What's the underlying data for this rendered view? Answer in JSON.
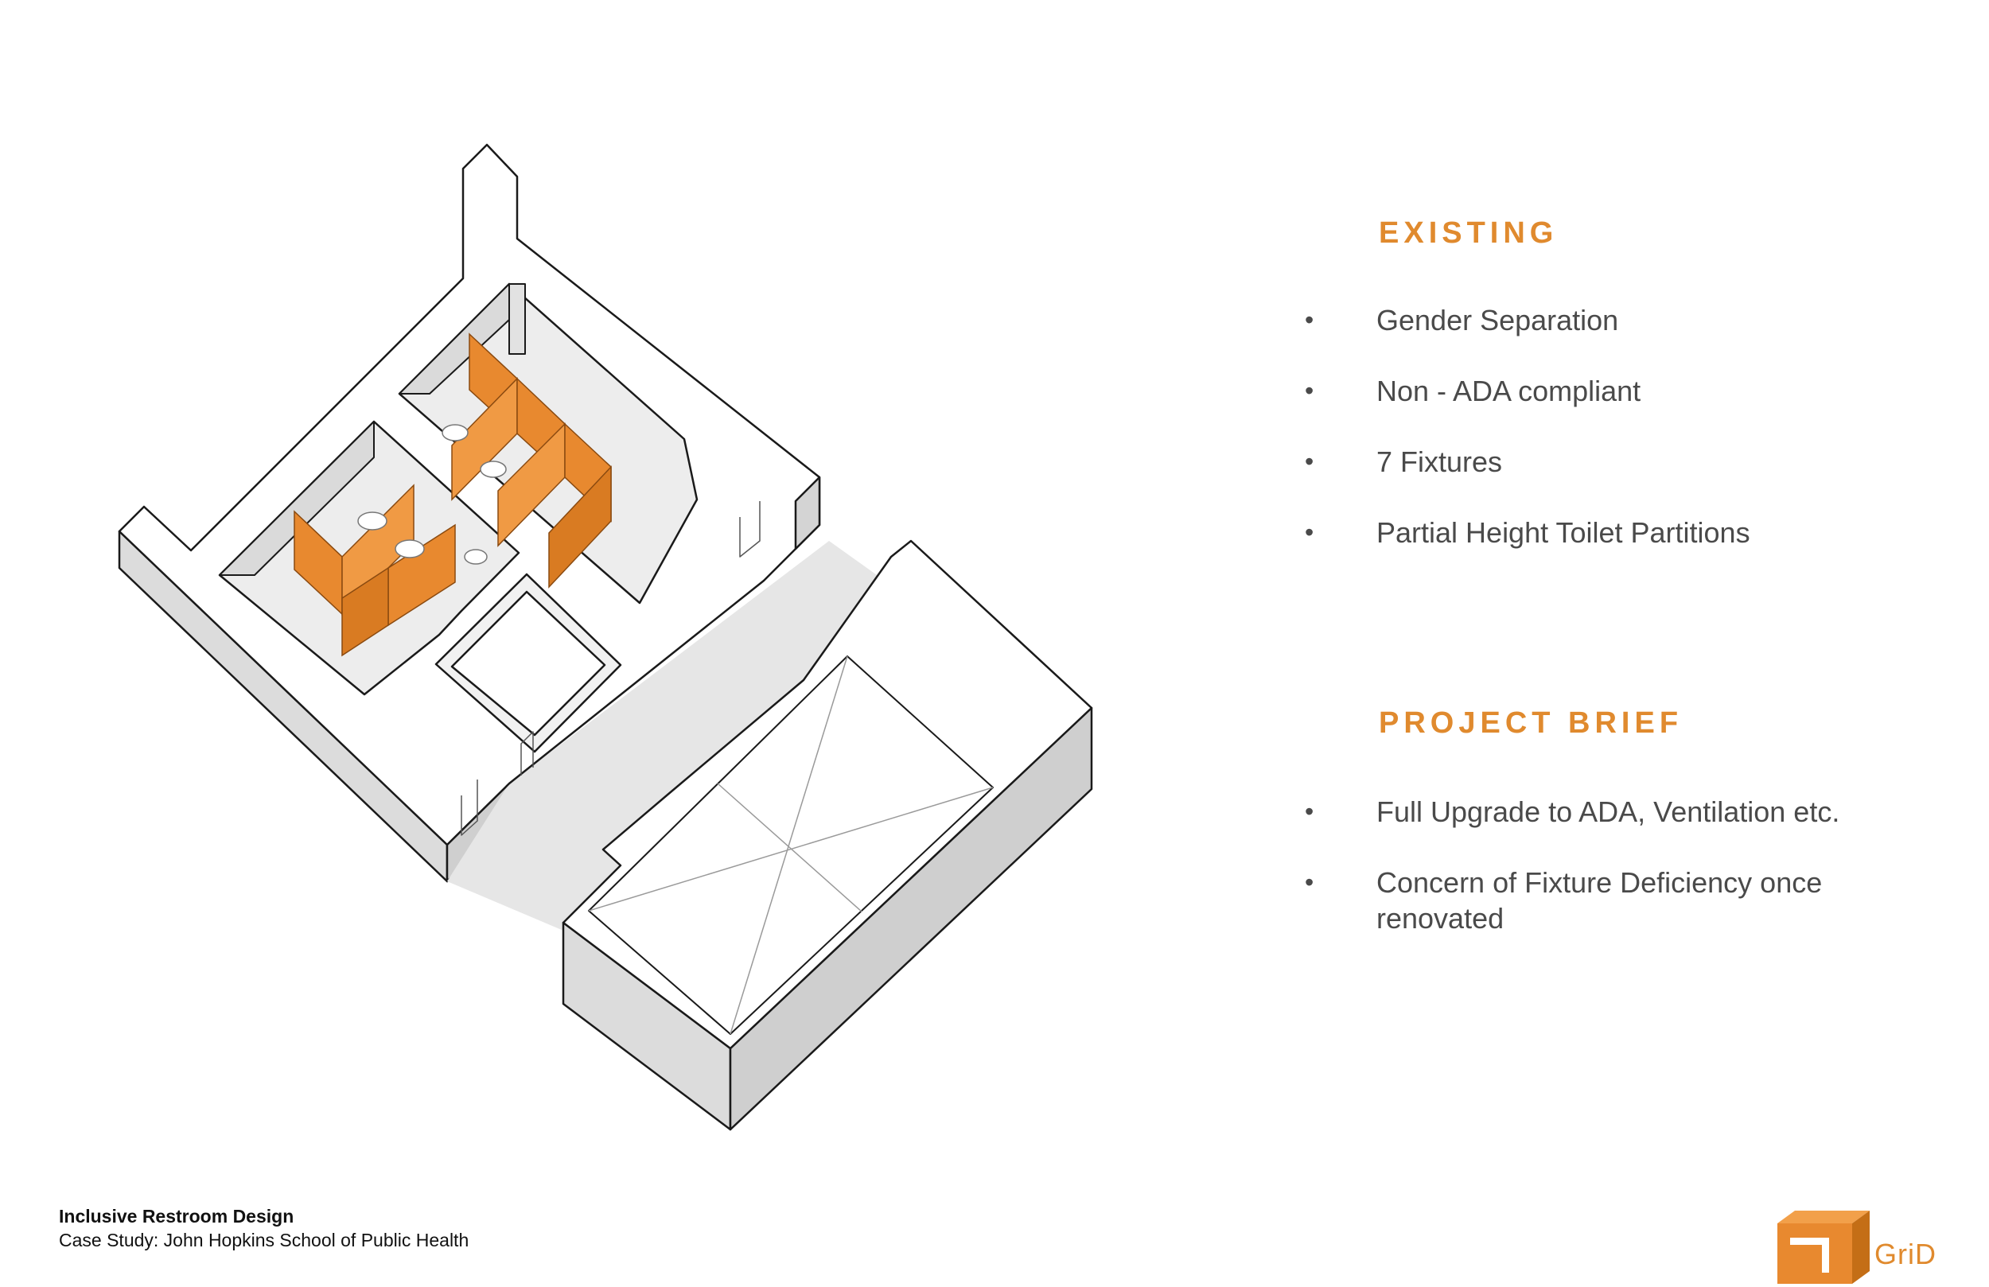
{
  "existing": {
    "heading": "EXISTING",
    "items": [
      "Gender Separation",
      "Non - ADA compliant",
      "7 Fixtures",
      "Partial Height Toilet Partitions"
    ]
  },
  "project_brief": {
    "heading": "PROJECT BRIEF",
    "items": [
      "Full Upgrade to ADA, Ventilation etc.",
      "Concern of Fixture Deficiency once renovated"
    ]
  },
  "bullet_glyph": "•",
  "footer": {
    "title": "Inclusive Restroom Design",
    "subtitle": "Case Study: John Hopkins School of Public Health"
  },
  "logo": {
    "text": "GriD",
    "icon": "grid-cube-icon"
  },
  "colors": {
    "accent": "#e08a2e",
    "partition": "#e8892f",
    "floor": "#e9e9e9",
    "text": "#4a4a4a"
  }
}
